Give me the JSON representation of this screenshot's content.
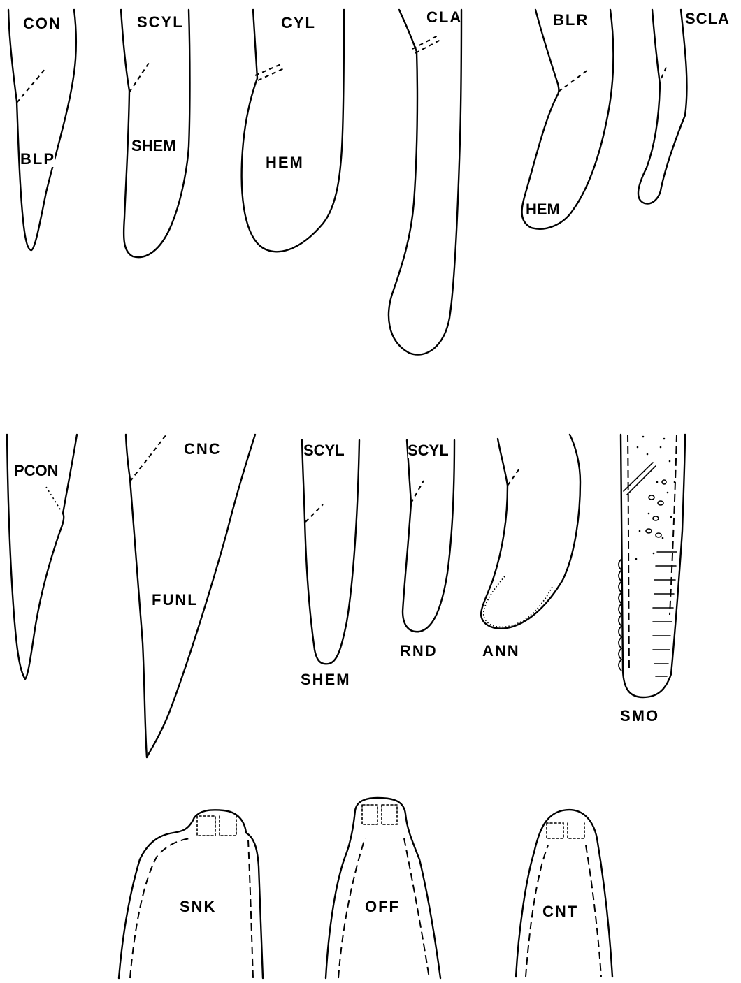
{
  "row1": {
    "con": "CON",
    "blp": "BLP",
    "scyl": "SCYL",
    "shem": "SHEM",
    "cyl": "CYL",
    "hem": "HEM",
    "cla": "CLA",
    "blr": "BLR",
    "blr_hem": "HEM",
    "scla": "SCLA"
  },
  "row2": {
    "pcon": "PCON",
    "cnc": "CNC",
    "funl": "FUNL",
    "scyl_a": "SCYL",
    "shem": "SHEM",
    "scyl_b": "SCYL",
    "rnd": "RND",
    "ann": "ANN",
    "smo": "SMO"
  },
  "row3": {
    "snk": "SNK",
    "off": "OFF",
    "cnt": "CNT"
  }
}
